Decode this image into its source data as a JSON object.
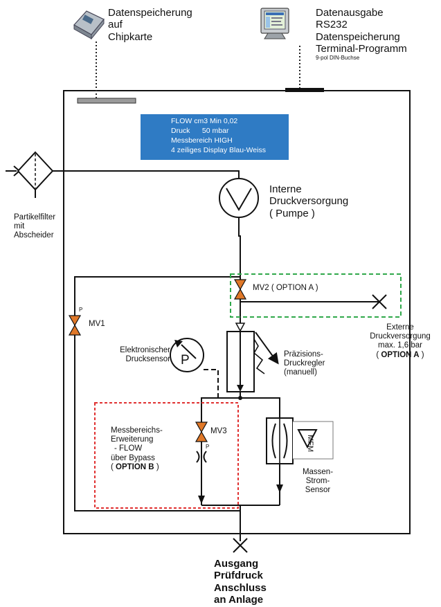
{
  "top": {
    "chipcard": [
      "Datenspeicherung",
      "auf",
      "Chipkarte"
    ],
    "terminal": [
      "Datenausgabe",
      "RS232",
      "Datenspeicherung",
      "Terminal-Programm"
    ],
    "terminal_sub": "9-pol DIN-Buchse"
  },
  "display": {
    "lines": [
      "FLOW cm3 Min 0,02",
      "Druck      50 mbar",
      "Messbereich HIGH",
      "4 zeiliges Display Blau-Weiss"
    ],
    "color": "#2f7bc4"
  },
  "labels": {
    "pump": [
      "Interne",
      "Druckversorgung",
      "( Pumpe )"
    ],
    "filter": [
      "Partikelfilter",
      "mit",
      "Abscheider"
    ],
    "mv2": "MV2 ( OPTION A )",
    "mv1": "MV1",
    "mv3": "MV3",
    "p_mark": "P",
    "external": [
      "Externe",
      "Druckversorgung",
      "max. 1,6 bar"
    ],
    "external_option_open": "( ",
    "external_option": "OPTION A",
    "external_option_close": " )",
    "sensor": [
      "Elektronischer",
      "Drucksensor"
    ],
    "sensor_symbol": "P",
    "regulator": [
      "Präzisions-",
      "Druckregler",
      "(manuell)"
    ],
    "bypass": [
      "Messbereichs-",
      "Erweiterung",
      "- FLOW",
      "über Bypass"
    ],
    "bypass_option_open": "( ",
    "bypass_option": "OPTION B",
    "bypass_option_close": " )",
    "mfm": "MFM",
    "massflow": [
      "Massen-",
      "Strom-",
      "Sensor"
    ],
    "output": [
      "Ausgang",
      "Prüfdruck",
      "Anschluss",
      "an Anlage"
    ]
  },
  "colors": {
    "valve": "#e07828",
    "option_a_border": "#2fa84a",
    "option_b_border": "#e03030"
  }
}
